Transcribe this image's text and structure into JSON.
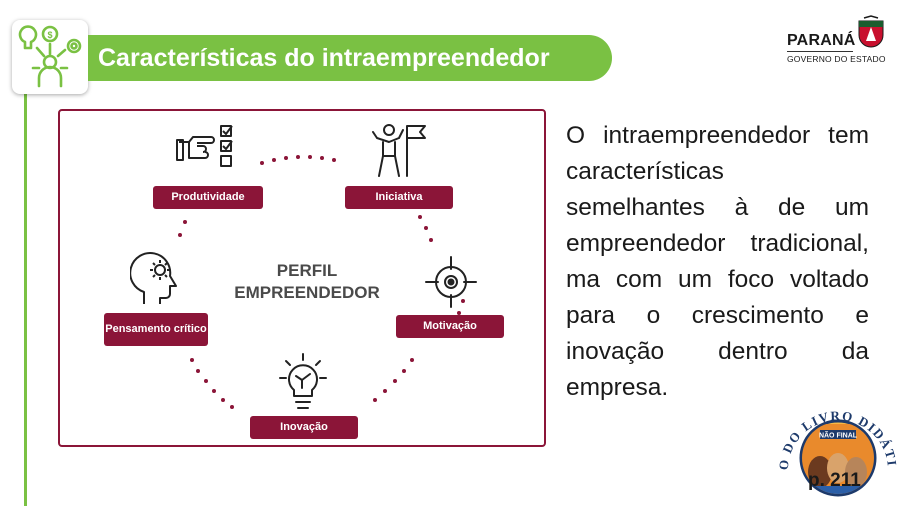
{
  "header": {
    "title": "Características do intraempreendedor"
  },
  "brand": {
    "name": "PARANÁ",
    "subtitle": "GOVERNO DO ESTADO"
  },
  "diagram": {
    "center": [
      "PERFIL",
      "EMPREENDEDOR"
    ],
    "items": [
      {
        "label": "Produtividade",
        "icon": "checklist-hand-icon"
      },
      {
        "label": "Iniciativa",
        "icon": "person-flag-icon"
      },
      {
        "label": "Motivação",
        "icon": "target-icon"
      },
      {
        "label": "Inovação",
        "icon": "lightbulb-icon"
      },
      {
        "label": "Pensamento crítico",
        "icon": "head-gear-icon"
      }
    ]
  },
  "body": {
    "paragraph": "O intraempreendedor tem características semelhantes à de um empreendedor tradicional, ma com um foco voltado para o crescimento e inovação dentro da empresa."
  },
  "badge": {
    "arc_text": "USO DO LIVRO DIDÁTICO",
    "banner": "NÃO FINAL"
  },
  "page_ref": "p. 211",
  "colors": {
    "accent_green": "#7ac143",
    "maroon": "#8b1538"
  }
}
